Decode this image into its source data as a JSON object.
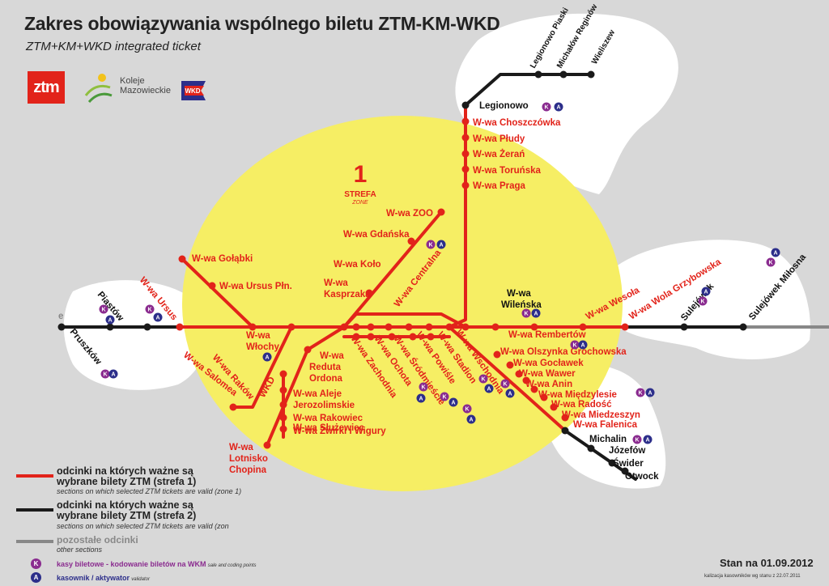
{
  "title": "Zakres obowiązywania wspólnego biletu ZTM-KM-WKD",
  "subtitle": "ZTM+KM+WKD integrated ticket",
  "logos": {
    "ztm": "ztm",
    "km": "Koleje Mazowieckie",
    "wkd": "WKD"
  },
  "zone": {
    "number": "1",
    "label": "STREFA",
    "sublabel": "ZONE"
  },
  "colors": {
    "zone1_line": "#e2231a",
    "zone2_line": "#1a1a1a",
    "other_line": "#888888",
    "zone_fill": "#f6ee64",
    "ticket_office": "#8a2b8f",
    "validator": "#2c2e8a"
  },
  "icons": {
    "ticket_office": "K",
    "validator": "A"
  },
  "stations": {
    "legionowo": "Legionowo",
    "choszczowka": "W-wa Choszczówka",
    "pludy": "W-wa Płudy",
    "zeran": "W-wa Żerań",
    "torunska": "W-wa Toruńska",
    "praga": "W-wa Praga",
    "legionowo_piaski": "Legionowo Piaski",
    "michalow_reginow": "Michałów Reginów",
    "wieliszew": "Wieliszew",
    "zoo": "W-wa ZOO",
    "gdanska": "W-wa Gdańska",
    "kolo": "W-wa Koło",
    "kasprzaka": "W-wa Kasprzaka",
    "golabki": "W-wa Gołąbki",
    "ursus_pln": "W-wa Ursus Płn.",
    "ursus": "W-wa Ursus",
    "piastow": "Piastów",
    "pruszkow": "Pruszków",
    "wlochy": "W-wa Włochy",
    "rakow": "W-wa Raków",
    "salomea": "W-wa Salomea",
    "wkd": "WKD",
    "reduta": "W-wa Reduta Ordona",
    "aleje": "W-wa Aleje Jerozolimskie",
    "rakowiec": "W-wa Rakowiec",
    "zwirki": "W-wa Żwirki i Wigury",
    "sluzewiec": "W-wa Służewiec",
    "lotnisko": "W-wa Lotnisko Chopina",
    "zachodnia": "W-wa Zachodnia",
    "ochota": "W-wa Ochota",
    "srodmiescie": "W-wa Śródmieście",
    "powisle": "W-wa Powiśle",
    "stadion": "W-wa Stadion",
    "wschodnia": "W-wa Wschodnia",
    "centralna": "W-wa Centralna",
    "wilenska": "W-wa Wileńska",
    "wesola": "W-wa Wesoła",
    "wola_grzybowska": "W-wa Wola Grzybowska",
    "sulejowek": "Sulejówek",
    "sulejowek_milosna": "Sulejówek Miłosna",
    "rembertow": "W-wa Rembertów",
    "olszynka": "W-wa Olszynka Grochowska",
    "goclawek": "W-wa Gocławek",
    "wawer": "W-wa Wawer",
    "anin": "W-wa Anin",
    "miedzylesie": "W-wa Międzylesie",
    "radosc": "W-wa Radość",
    "miedzeszyn": "W-wa Miedzeszyn",
    "falenica": "W-wa Falenica",
    "michalin": "Michalin",
    "jozefow": "Józefów",
    "swider": "Świder",
    "otwock": "Otwock",
    "edge_left": "e"
  },
  "legend": {
    "zone1_main": "odcinki na których ważne są wybrane bilety ZTM (strefa 1)",
    "zone1_sub": "sections on which selected ZTM tickets are valid (zone 1)",
    "zone2_main": "odcinki na których ważne są wybrane bilety ZTM (strefa 2)",
    "zone2_sub": "sections on which selected ZTM tickets are valid (zon",
    "other_main": "pozostałe odcinki",
    "other_sub": "other sections",
    "k_main": "kasy biletowe - kodowanie biletów na WKM",
    "k_sub": "sale and coding points",
    "a_main": "kasownik / aktywator",
    "a_sub": "validator"
  },
  "footer": {
    "date": "Stan na 01.09.2012",
    "note": "kalizacja kasowników wg stanu z 22.07.2011"
  }
}
